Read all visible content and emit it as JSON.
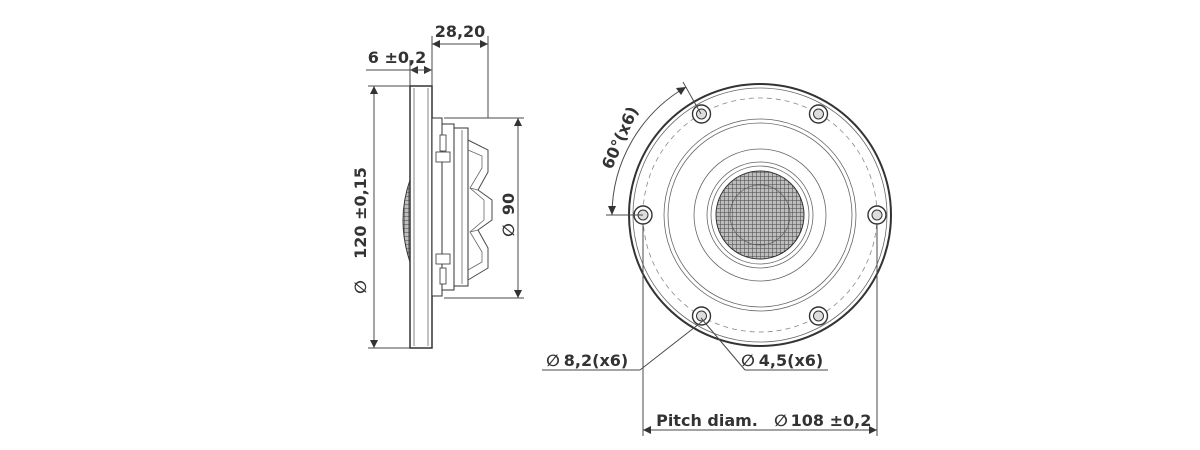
{
  "dimensions": {
    "flange_thickness": "6 ±0,2",
    "overall_depth": "28,20",
    "outer_diameter": "120 ±0,15",
    "body_diameter": "90",
    "bolt_angle": "60°(x6)",
    "counterbore_diameter": "8,2(x6)",
    "hole_diameter": "4,5(x6)",
    "pitch_label": "Pitch diam.",
    "pitch_diameter": "108 ±0,2"
  },
  "symbols": {
    "diameter": "∅"
  },
  "colors": {
    "line": "#4a4a4a",
    "text": "#333333",
    "grille": "#555555"
  }
}
